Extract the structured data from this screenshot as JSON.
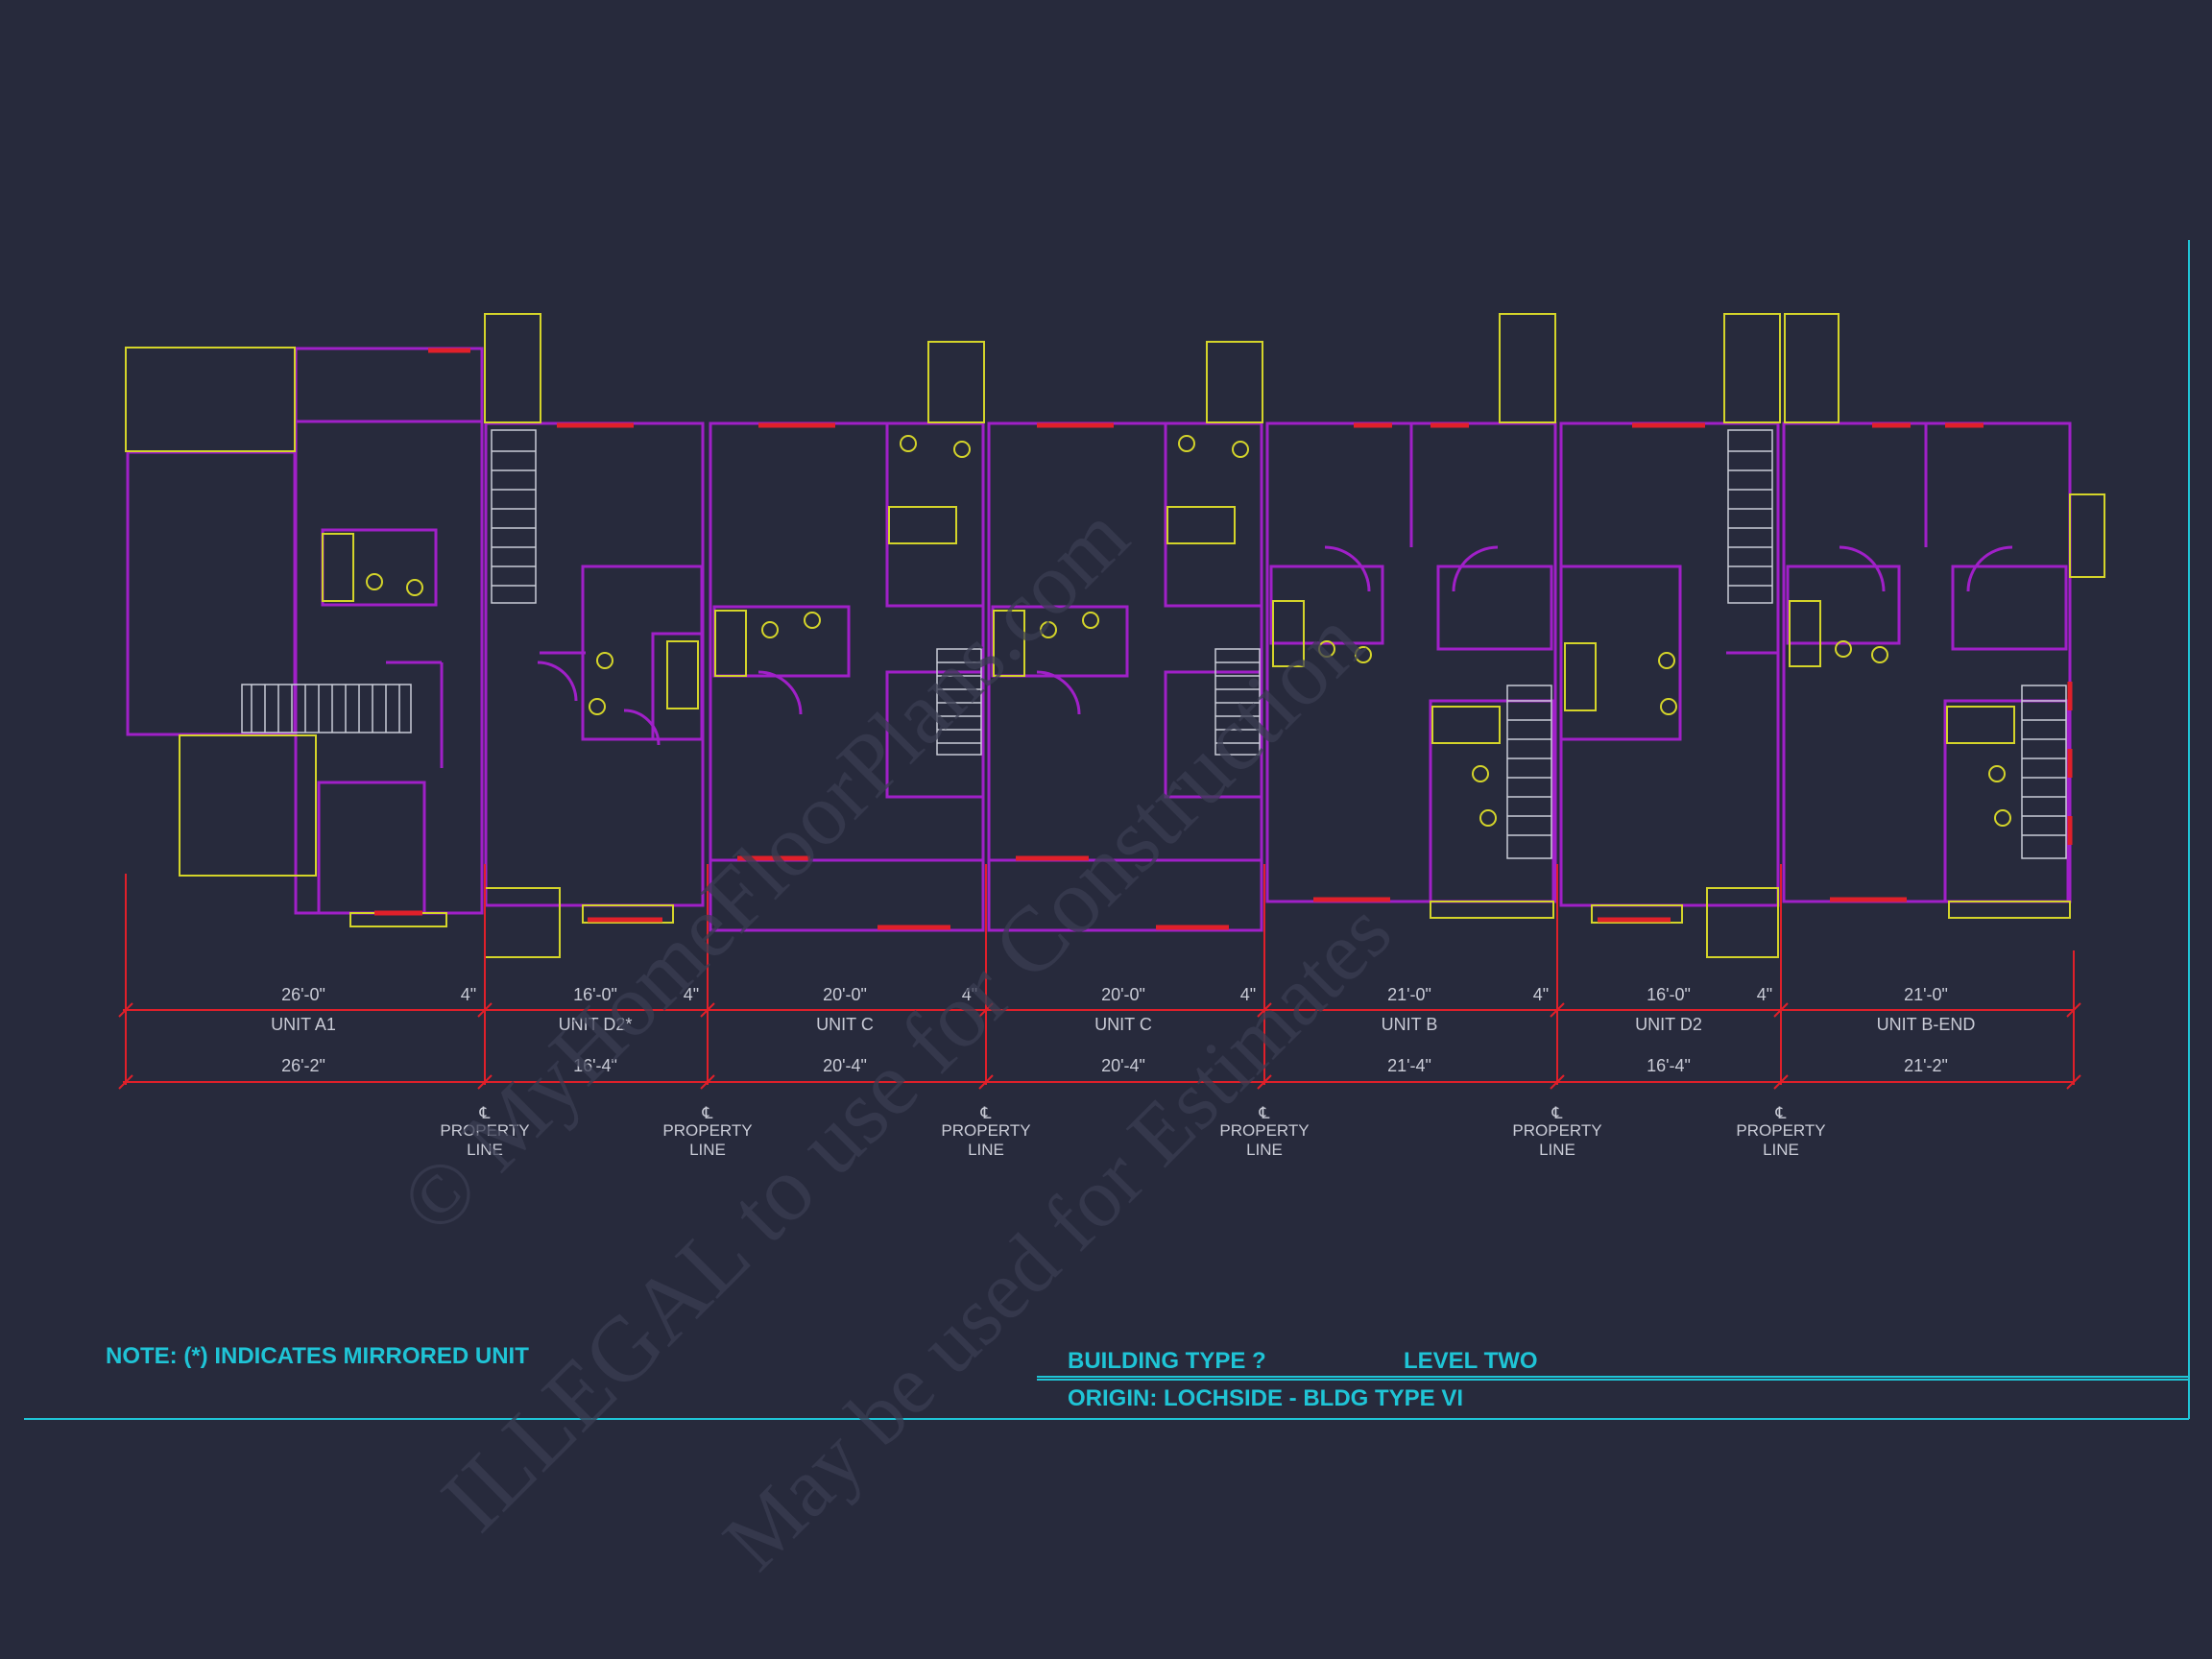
{
  "drawing": {
    "colors": {
      "background": "#272a3c",
      "wall": "#a020c8",
      "dimension": "#e0202a",
      "fixture": "#d4d42a",
      "annotation": "#1fc4d6",
      "label": "#c9cbd6"
    },
    "units": [
      {
        "name": "UNIT A1",
        "width_label": "26'-0\"",
        "wall_label": "4\"",
        "total_label": "26'-2\""
      },
      {
        "name": "UNIT D2*",
        "width_label": "16'-0\"",
        "wall_label": "4\"",
        "total_label": "16'-4\""
      },
      {
        "name": "UNIT C",
        "width_label": "20'-0\"",
        "wall_label": "4\"",
        "total_label": "20'-4\""
      },
      {
        "name": "UNIT C",
        "width_label": "20'-0\"",
        "wall_label": "4\"",
        "total_label": "20'-4\""
      },
      {
        "name": "UNIT B",
        "width_label": "21'-0\"",
        "wall_label": "4\"",
        "total_label": "21'-4\""
      },
      {
        "name": "UNIT D2",
        "width_label": "16'-0\"",
        "wall_label": "4\"",
        "total_label": "16'-4\""
      },
      {
        "name": "UNIT B-END",
        "width_label": "21'-0\"",
        "wall_label": "",
        "total_label": "21'-2\""
      }
    ],
    "property_line": {
      "symbol": "℄",
      "line1": "PROPERTY",
      "line2": "LINE"
    },
    "note": "NOTE:  (*)  INDICATES MIRRORED UNIT",
    "title_block": {
      "building_type": "BUILDING TYPE ?",
      "level": "LEVEL TWO",
      "origin": "ORIGIN: LOCHSIDE - BLDG TYPE VI"
    },
    "watermark": {
      "line1": "© MyHomeFloorPlans.com",
      "line2": "ILLEGAL to use for Construction",
      "line3": "May be used for Estimates"
    }
  }
}
